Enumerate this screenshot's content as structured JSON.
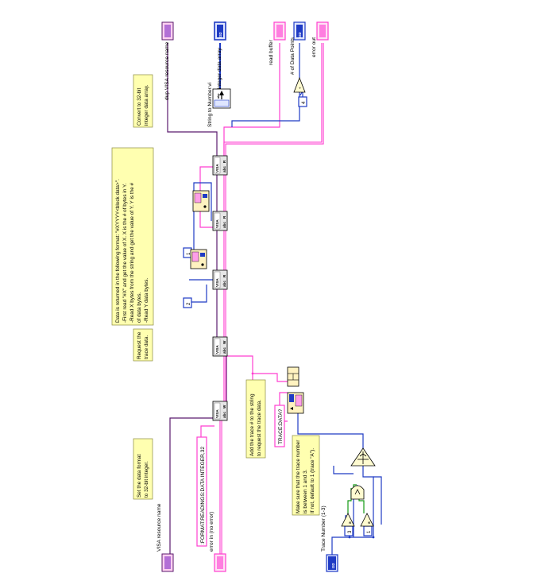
{
  "comments": {
    "set_format_line1": "Set the data format",
    "set_format_line2": "to 32-bit integer.",
    "request_line1": "Request the",
    "request_line2": "trace data.",
    "data_return_lines": [
      "Data is returned in the following format: \"#XYYYY<block data>\".",
      "-First read \"#X\" and get the value of X.  X is the # of bytes in Y.",
      "-Read X bytes from the string and get the value of Y.  Y is the #",
      "  of data bytes.",
      "-Read Y data bytes."
    ],
    "convert_line1": "Convert to 32-bit",
    "convert_line2": "integer data array.",
    "add_trace_line1": "Add the trace # to the string",
    "add_trace_line2": "to request the trace data.",
    "range_lines": [
      "Make sure that the trace number",
      "is between 1 and 3.",
      "If not, default to 1 (trace \"A\")."
    ]
  },
  "terminals": {
    "visa_in_label": "VISA resource name",
    "error_in_label": "error in (no error)",
    "trace_number_label": "Trace Number (1-3)",
    "dup_visa_label": "dup VISA resource name",
    "integer_array_label": "integer data array",
    "read_buffer_label": "read buffer",
    "num_points_label": "# of Data Points",
    "error_out_label": "error out",
    "i32_tag": "I32"
  },
  "constants": {
    "format_cmd": ":FORMAT:READINGS:DATA INTEGER,32",
    "trace_cmd": "TRACE:DATA?",
    "read_count_2": "2",
    "read_count_1": "1",
    "divide_by": "4",
    "range_low": "3",
    "range_high": "1"
  },
  "functions": {
    "string_to_number": "String to Number.vi",
    "visa_tag": "VISA",
    "abc_tag": "abc",
    "write_letter": "W",
    "read_letter": "R"
  }
}
